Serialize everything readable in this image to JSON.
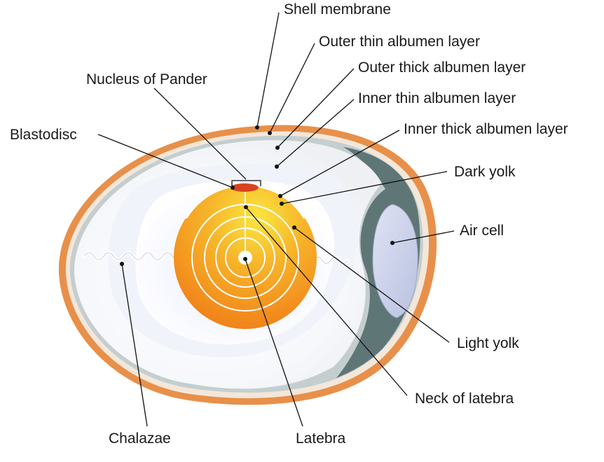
{
  "colors": {
    "shell": "#e8904a",
    "shell_membrane": "#f1e3d4",
    "outer_thin_albumen": "#bcc7c9",
    "outer_thick_albumen": "#f4f5f6",
    "inner_thick_albumen": "#ffffff",
    "air_cell": "#ccd2ea",
    "air_cell_shadow": "#5f7676",
    "yolk_dark": "#f08a1a",
    "yolk_light": "#f9d838",
    "blastodisc": "#d8431f",
    "leader_line": "#111111"
  },
  "labels": {
    "shell_membrane": "Shell membrane",
    "outer_thin_albumen": "Outer thin albumen layer",
    "outer_thick_albumen": "Outer thick albumen layer",
    "inner_thin_albumen": "Inner thin albumen layer",
    "inner_thick_albumen": "Inner thick albumen layer",
    "nucleus_of_pander": "Nucleus of Pander",
    "blastodisc": "Blastodisc",
    "dark_yolk": "Dark yolk",
    "air_cell": "Air cell",
    "light_yolk": "Light yolk",
    "neck_of_latebra": "Neck of latebra",
    "chalazae": "Chalazae",
    "latebra": "Latebra"
  }
}
